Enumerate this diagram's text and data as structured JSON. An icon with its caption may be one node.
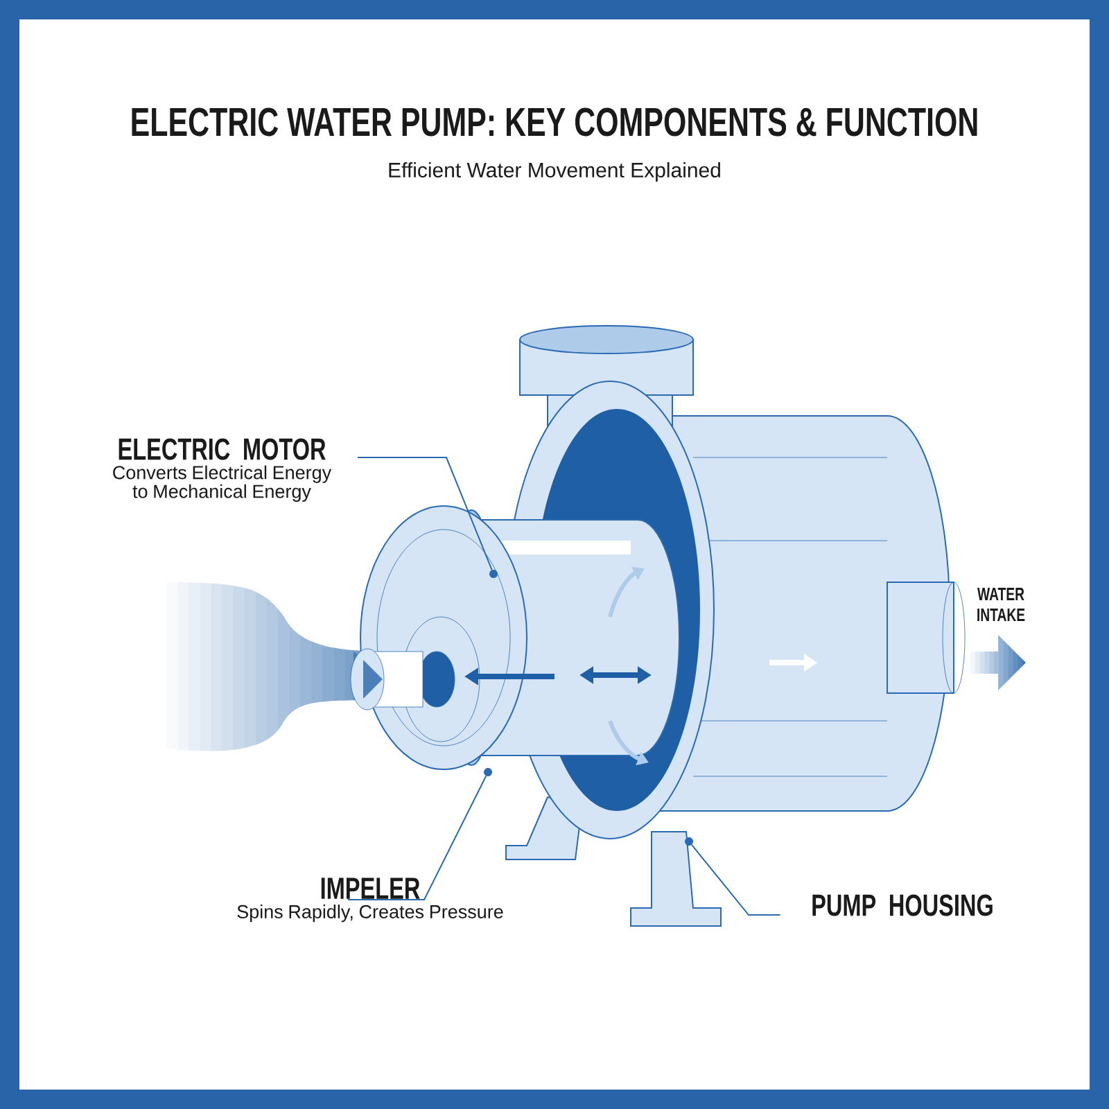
{
  "diagram": {
    "title": "ELECTRIC WATER PUMP: KEY COMPONENTS & FUNCTION",
    "nodes": [
      {
        "text": [
          "ELECTRIC MOTOR",
          "Converts Electrical Energy to Mechanical Energy"
        ]
      },
      {
        "text": [
          "IMPELER",
          "Spins Rapidly, Creates Pressure"
        ]
      },
      {
        "text": [
          "PUMP HOUSING"
        ]
      },
      {
        "text": [],
        "shape": "circle"
      },
      {
        "text": [],
        "shape": "circle"
      },
      {
        "text": [],
        "shape": "circle"
      }
    ],
    "edges": [
      {
        "from": 0,
        "to": 3,
        "arrow": "none"
      },
      {
        "from": 1,
        "to": 4,
        "arrow": "none"
      },
      {
        "from": 2,
        "to": 5,
        "arrow": "none"
      }
    ],
    "labels": [
      "Efficient Water Movement Explained",
      "WATER INTAKE"
    ]
  }
}
